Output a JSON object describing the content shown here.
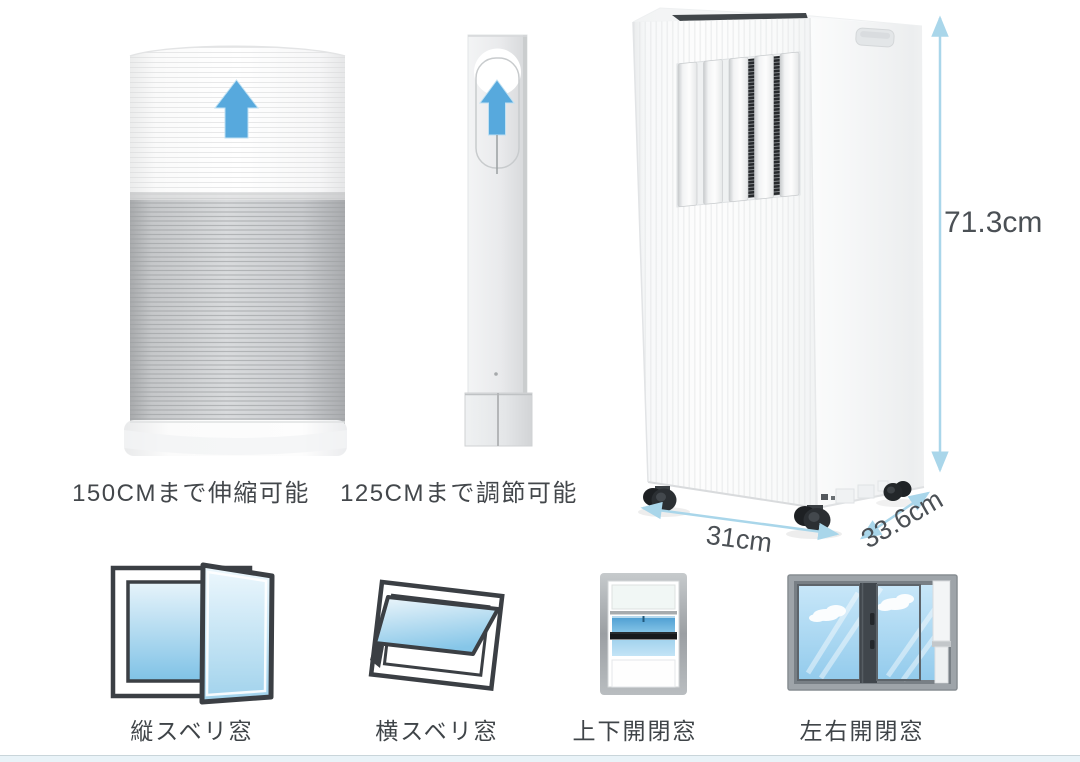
{
  "page": {
    "type": "product-dimension-infographic",
    "background": "#ffffff"
  },
  "colors": {
    "accent_arrow_blue": "#57a9dd",
    "dimension_line_blue": "#a9d6ea",
    "caption_text": "#43474b",
    "dimension_text": "#4b5055",
    "outline_dark": "#3b3f44"
  },
  "parts": {
    "hose": {
      "caption": "150CMまで伸縮可能",
      "icon": "up-arrow-icon"
    },
    "panel": {
      "caption": "125CMまで調節可能",
      "icon": "up-arrow-icon"
    },
    "unit": {
      "name": "portable-air-conditioner"
    }
  },
  "dimensions": {
    "height": "71.3cm",
    "width": "31cm",
    "depth": "33.6cm"
  },
  "windows": {
    "items": [
      {
        "label": "縦スベリ窓",
        "icon": "casement-window-icon"
      },
      {
        "label": "横スベリ窓",
        "icon": "awning-window-icon"
      },
      {
        "label": "上下開閉窓",
        "icon": "double-hung-window-icon"
      },
      {
        "label": "左右開閉窓",
        "icon": "sliding-window-icon"
      }
    ]
  }
}
